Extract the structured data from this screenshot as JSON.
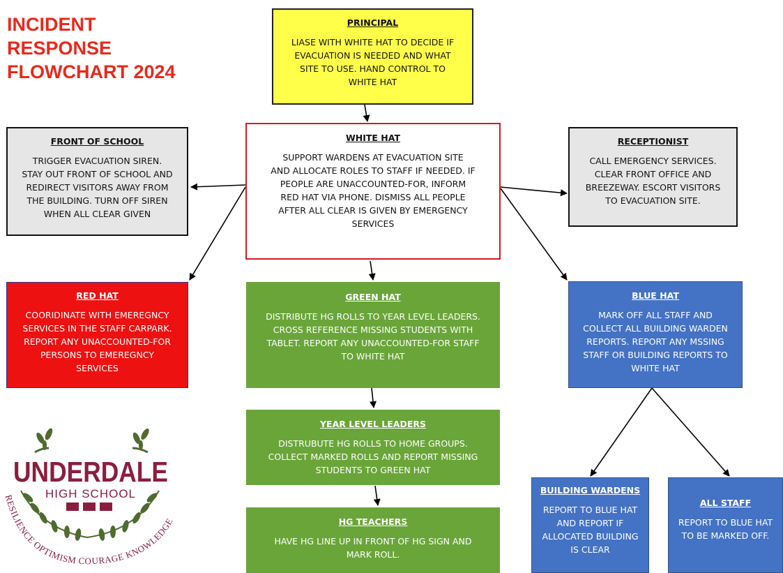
{
  "title": {
    "lines": [
      "INCIDENT",
      "RESPONSE",
      "FLOWCHART 2024"
    ]
  },
  "colors": {
    "title": "#e8291c",
    "principal": "#ffff4a",
    "white_hat_border": "#d8181f",
    "grey": "#e6e6e6",
    "red": "#ee1111",
    "green": "#6aa539",
    "blue": "#4472c4",
    "logo": "#8b1e3f",
    "logo_green": "#4f6b2f"
  },
  "nodes": {
    "principal": {
      "heading": "PRINCIPAL",
      "lines": [
        "LIASE WITH WHITE HAT TO DECIDE IF",
        "EVACUATION IS NEEDED AND WHAT",
        "SITE TO USE. HAND CONTROL TO",
        "WHITE HAT"
      ]
    },
    "front_of_school": {
      "heading": "FRONT OF SCHOOL",
      "lines": [
        "TRIGGER EVACUATION SIREN.",
        "STAY OUT FRONT OF SCHOOL AND",
        "REDIRECT VISITORS AWAY FROM",
        "THE BUILDING. TURN OFF SIREN",
        "WHEN ALL CLEAR GIVEN"
      ]
    },
    "white_hat": {
      "heading": "WHITE HAT",
      "lines": [
        "SUPPORT WARDENS AT EVACUATION SITE",
        "AND ALLOCATE ROLES TO STAFF IF NEEDED. IF",
        "PEOPLE ARE UNACCOUNTED-FOR, INFORM",
        "RED HAT VIA PHONE. DISMISS ALL PEOPLE",
        "AFTER ALL CLEAR IS GIVEN BY EMERGENCY",
        "SERVICES"
      ]
    },
    "receptionist": {
      "heading": "RECEPTIONIST",
      "lines": [
        "CALL EMERGENCY SERVICES.",
        "CLEAR FRONT OFFICE AND",
        "BREEZEWAY. ESCORT VISITORS",
        "TO EVACUATION SITE."
      ]
    },
    "red_hat": {
      "heading": "RED HAT",
      "lines": [
        "COORIDINATE WITH EMEREGNCY",
        "SERVICES IN THE STAFF CARPARK.",
        "REPORT ANY UNACCOUNTED-FOR",
        "PERSONS TO EMEREGNCY",
        "SERVICES"
      ]
    },
    "green_hat": {
      "heading": "GREEN HAT",
      "lines": [
        "DISTRIBUTE HG ROLLS TO YEAR LEVEL LEADERS.",
        "CROSS REFERENCE MISSING STUDENTS WITH",
        "TABLET. REPORT ANY UNACCOUNTED-FOR STAFF",
        "TO WHITE HAT"
      ]
    },
    "blue_hat": {
      "heading": "BLUE HAT",
      "lines": [
        "MARK OFF ALL STAFF AND",
        "COLLECT ALL BUILDING WARDEN",
        "REPORTS. REPORT ANY MSSING",
        "STAFF OR BUILDING REPORTS TO",
        "WHITE HAT"
      ]
    },
    "year_level_leaders": {
      "heading": "YEAR LEVEL LEADERS",
      "lines": [
        "DISTRUBUTE HG ROLLS TO HOME GROUPS.",
        "COLLECT MARKED ROLLS AND REPORT MISSING",
        "STUDENTS TO GREEN HAT"
      ]
    },
    "hg_teachers": {
      "heading": "HG TEACHERS",
      "lines": [
        "HAVE HG LINE UP IN FRONT OF HG SIGN AND",
        "MARK ROLL."
      ]
    },
    "building_wardens": {
      "heading": "BUILDING WARDENS",
      "lines": [
        "REPORT TO BLUE HAT",
        "AND REPORT IF",
        "ALLOCATED BUILDING",
        "IS CLEAR"
      ]
    },
    "all_staff": {
      "heading": "ALL STAFF",
      "lines": [
        "REPORT TO BLUE HAT",
        "TO BE MARKED OFF."
      ]
    }
  },
  "logo": {
    "name": "UNDERDALE",
    "subtitle": "HIGH SCHOOL",
    "motto": "RESILIENCE OPTIMISM COURAGE KNOWLEDGE"
  }
}
